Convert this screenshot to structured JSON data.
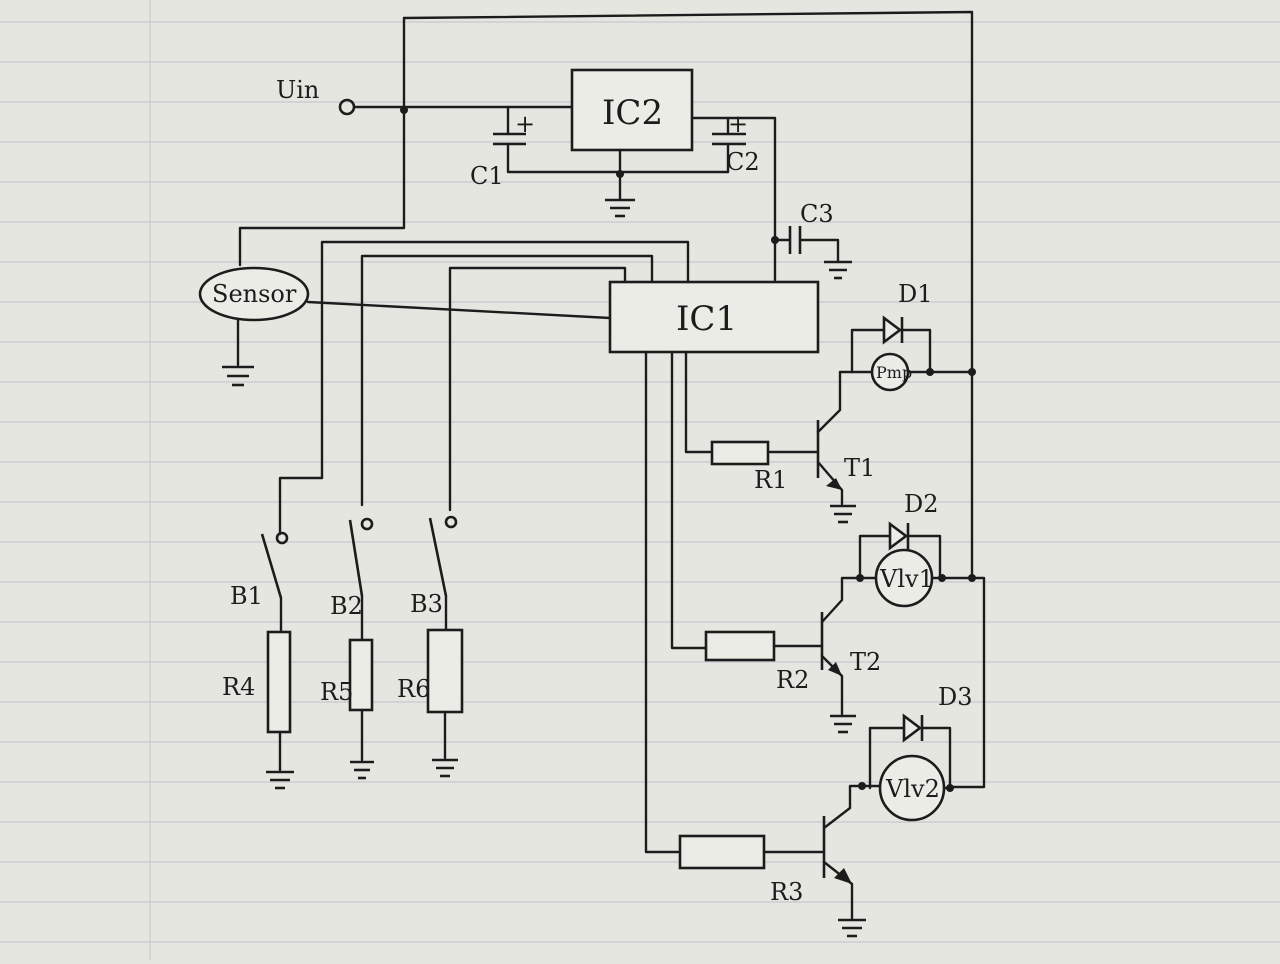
{
  "labels": {
    "uin": "Uin",
    "ic2": "IC2",
    "ic1": "IC1",
    "c1": "C1",
    "c2": "C2",
    "c3": "C3",
    "sensor": "Sensor",
    "d1": "D1",
    "d2": "D2",
    "d3": "D3",
    "pump": "Pmp",
    "vlv1": "Vlv1",
    "vlv2": "Vlv2",
    "t1": "T1",
    "t2": "T2",
    "r1": "R1",
    "r2": "R2",
    "r3": "R3",
    "r4": "R4",
    "r5": "R5",
    "r6": "R6",
    "b1": "B1",
    "b2": "B2",
    "b3": "B3",
    "plus_c1": "+",
    "plus_c2": "+"
  },
  "colors": {
    "paper": "#e6e6e1",
    "ink": "#1c1c1c",
    "rule": "#b9c3cc"
  }
}
